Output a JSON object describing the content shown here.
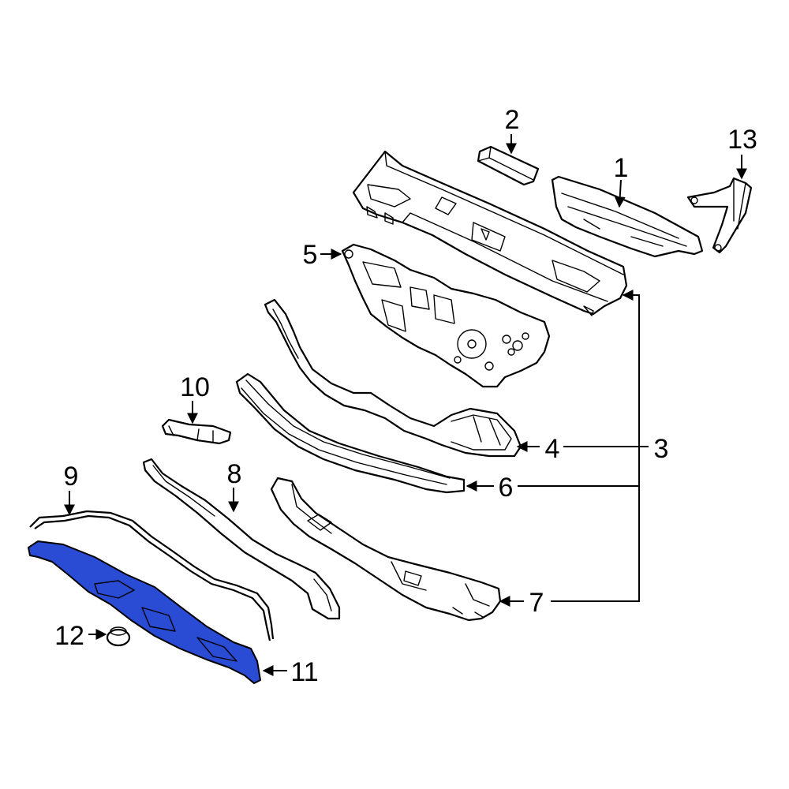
{
  "diagram": {
    "highlight_color": "#2a4bd4",
    "outline_color": "#000000",
    "background": "#ffffff",
    "callouts": {
      "c1": "1",
      "c2": "2",
      "c3": "3",
      "c4": "4",
      "c5": "5",
      "c6": "6",
      "c7": "7",
      "c8": "8",
      "c9": "9",
      "c10": "10",
      "c11": "11",
      "c12": "12",
      "c13": "13"
    }
  }
}
